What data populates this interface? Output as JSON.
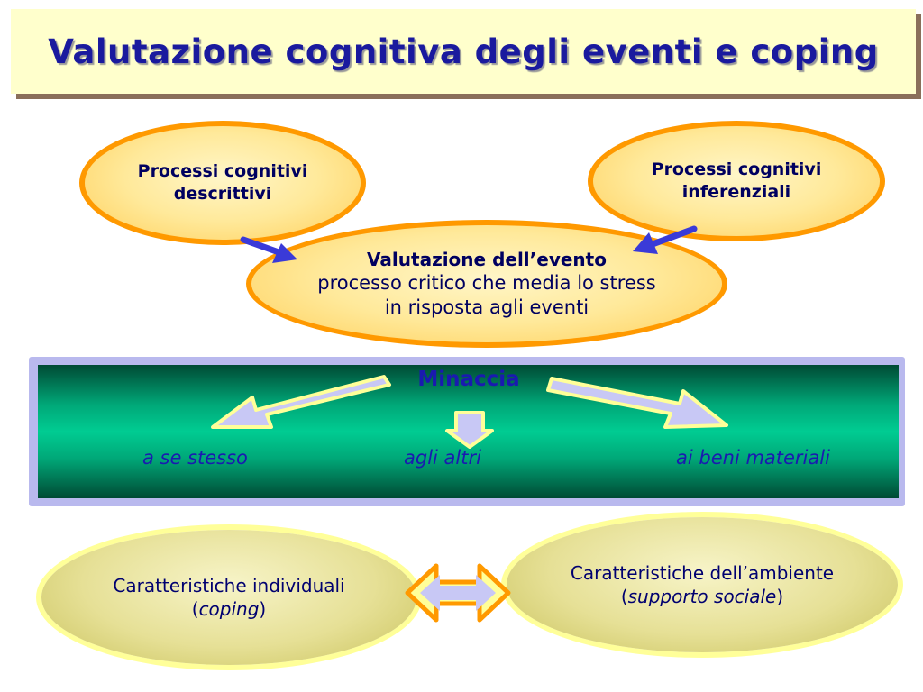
{
  "title": "Valutazione cognitiva degli eventi e coping",
  "top_left_oval": {
    "line1": "Processi cognitivi",
    "line2": "descrittivi"
  },
  "top_right_oval": {
    "line1": "Processi cognitivi",
    "line2": "inferenziali"
  },
  "center_oval": {
    "heading": "Valutazione dell’evento",
    "line2": "processo critico che media lo stress",
    "line3": "in risposta agli eventi"
  },
  "band": {
    "center_label": "Minaccia",
    "left_label": "a se stesso",
    "middle_label": "agli altri",
    "right_label": "ai beni materiali"
  },
  "bottom_left_oval": {
    "line1": "Caratteristiche individuali",
    "open": "(",
    "italic": "coping",
    "close": ")"
  },
  "bottom_right_oval": {
    "line1": "Caratteristiche dell’ambiente",
    "open": "(",
    "italic": "supporto sociale",
    "close": ")"
  },
  "colors": {
    "title_text": "#1a1a9e",
    "title_bg": "#ffffcc",
    "oval_border": "#ff9900",
    "band_green": "#00cc92",
    "band_frame": "#b9b9ee",
    "arrow_blue": "#3a3ad8",
    "arrow_fill": "#c8c8f5",
    "arrow_outline": "#ffff99",
    "double_arrow_border": "#ff9900"
  },
  "icons": [
    "arrow-right-down-icon",
    "arrow-left-down-icon",
    "arrow-down-icon",
    "double-arrow-icon"
  ]
}
